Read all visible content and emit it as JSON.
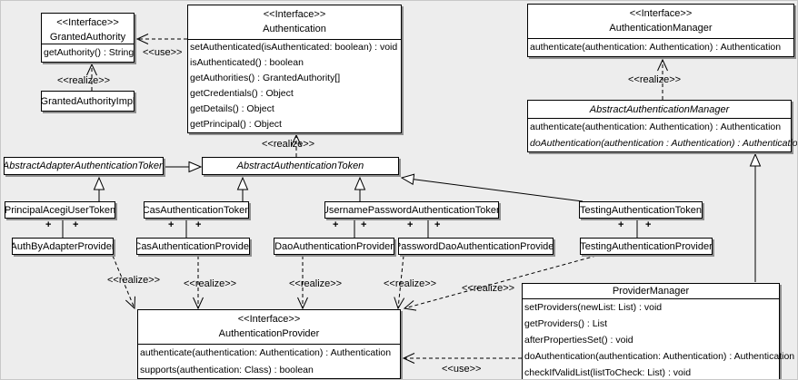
{
  "labels": {
    "interface_stereotype": "<<Interface>>",
    "realize": "<<realize>>",
    "use": "<<use>>",
    "plus": "+"
  },
  "colors": {
    "background": "#ededed",
    "box_fill": "#ffffff",
    "line": "#000000",
    "shadow": "#8f8f8f"
  },
  "classes": {
    "granted_authority": {
      "stereotype": "<<Interface>>",
      "name": "GrantedAuthority",
      "methods": [
        "getAuthority() : String"
      ]
    },
    "granted_authority_impl": {
      "name": "GrantedAuthorityImpl"
    },
    "authentication": {
      "stereotype": "<<Interface>>",
      "name": "Authentication",
      "methods": [
        "setAuthenticated(isAuthenticated: boolean) : void",
        "isAuthenticated() : boolean",
        "getAuthorities() : GrantedAuthority[]",
        "getCredentials() : Object",
        "getDetails() : Object",
        "getPrincipal() : Object"
      ]
    },
    "authentication_manager": {
      "stereotype": "<<Interface>>",
      "name": "AuthenticationManager",
      "methods": [
        "authenticate(authentication: Authentication) : Authentication"
      ]
    },
    "abstract_authentication_manager": {
      "name": "AbstractAuthenticationManager",
      "methods": [
        "authenticate(authentication: Authentication) : Authentication",
        "doAuthentication(authentication : Authentication) : Authentication"
      ]
    },
    "abstract_adapter_authentication_token": {
      "name": "AbstractAdapterAuthenticationToken"
    },
    "abstract_authentication_token": {
      "name": "AbstractAuthenticationToken"
    },
    "principal_acegi_user_token": {
      "name": "PrincipalAcegiUserToken"
    },
    "cas_authentication_token": {
      "name": "CasAuthenticationToken"
    },
    "username_password_authentication_token": {
      "name": "UsernamePasswordAuthenticationToken"
    },
    "testing_authentication_token": {
      "name": "TestingAuthenticationToken"
    },
    "auth_by_adapter_provider": {
      "name": "AuthByAdapterProvider"
    },
    "cas_authentication_provider": {
      "name": "CasAuthenticationProvider"
    },
    "dao_authentication_provider": {
      "name": "DaoAuthenticationProvider"
    },
    "password_dao_authentication_provider": {
      "name": "PasswordDaoAuthenticationProvider"
    },
    "testing_authentication_provider": {
      "name": "TestingAuthenticationProvider"
    },
    "authentication_provider": {
      "stereotype": "<<Interface>>",
      "name": "AuthenticationProvider",
      "methods": [
        "authenticate(authentication: Authentication) : Authentication",
        "supports(authentication: Class) : boolean"
      ]
    },
    "provider_manager": {
      "name": "ProviderManager",
      "methods": [
        "setProviders(newList: List) : void",
        "getProviders() : List",
        "afterPropertiesSet() : void",
        "doAuthentication(authentication: Authentication) : Authentication",
        "checkIfValidList(listToCheck: List) : void"
      ]
    }
  }
}
